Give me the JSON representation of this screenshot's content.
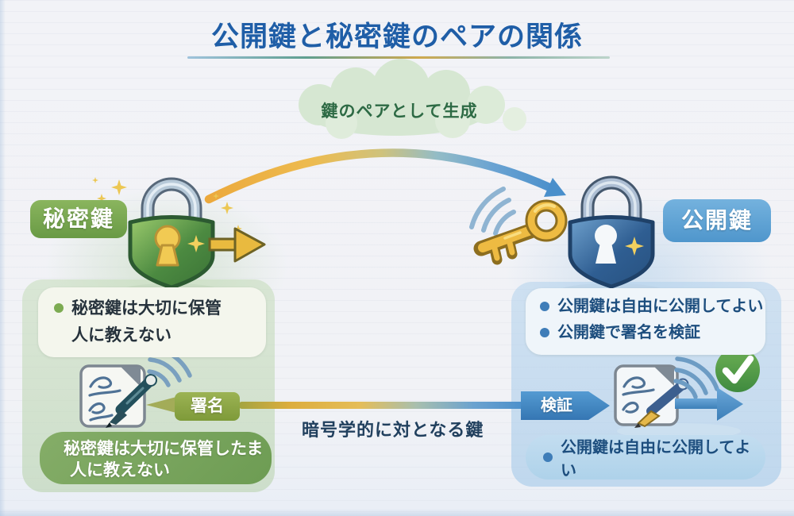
{
  "title": "公開鍵と秘密鍵のペアの関係",
  "cloud": {
    "label": "鍵のペアとして生成"
  },
  "left": {
    "badge": "秘密鍵",
    "note": {
      "line1": "秘密鍵は大切に保管",
      "line2": "人に教えない"
    },
    "sign_tag": "署名",
    "callout": {
      "line1": "秘密鍵は大切に保管したま",
      "line2": "人に教えない"
    }
  },
  "center": {
    "caption": "暗号学的に対となる鍵"
  },
  "right": {
    "badge": "公開鍵",
    "note": {
      "line1": "公開鍵は自由に公開してよい",
      "line2": "公開鍵で署名を検証"
    },
    "verify_tag": "検証",
    "callout": {
      "line1": "公開鍵は自由に公開してよい"
    }
  },
  "icons": {
    "private_lock": "green-shield-lock-icon",
    "public_lock": "blue-shield-lock-icon",
    "key": "gold-key-icon",
    "document": "signed-document-pen-icon",
    "waves": "signal-waves-icon",
    "check": "check-circle-icon",
    "sparkle": "sparkle-icon",
    "arc": "keypair-arc-arrow"
  },
  "colors": {
    "title_blue": "#1f5ea7",
    "badge_green": "#76a94e",
    "badge_blue": "#5ba2d4",
    "tag_olive": "#8ca344",
    "tag_blue": "#3f86c4",
    "arrow_gold": "#e5b441",
    "arrow_blue": "#4a8fcb",
    "check_green": "#4d9e47",
    "cloud_green": "#d6e7d2",
    "note_text_dark": "#26323c",
    "note_text_blue": "#1d4e7e",
    "caption_blue": "#21405e",
    "cloud_text_green": "#2d6a44"
  }
}
